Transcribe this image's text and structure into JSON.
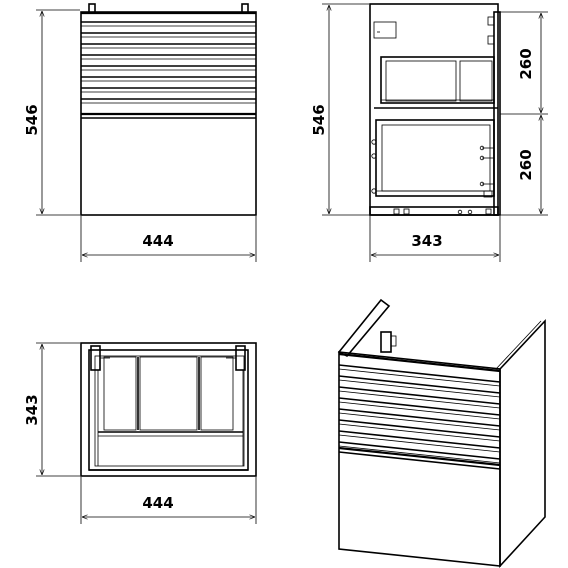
{
  "views": {
    "front": {
      "width_label": "444",
      "height_label": "546"
    },
    "side": {
      "depth_label": "343",
      "height_label": "546",
      "upper_section_label": "260",
      "lower_section_label": "260"
    },
    "top": {
      "width_label": "444",
      "depth_label": "343"
    },
    "iso": {}
  },
  "colors": {
    "line": "#000000",
    "background": "#ffffff"
  }
}
